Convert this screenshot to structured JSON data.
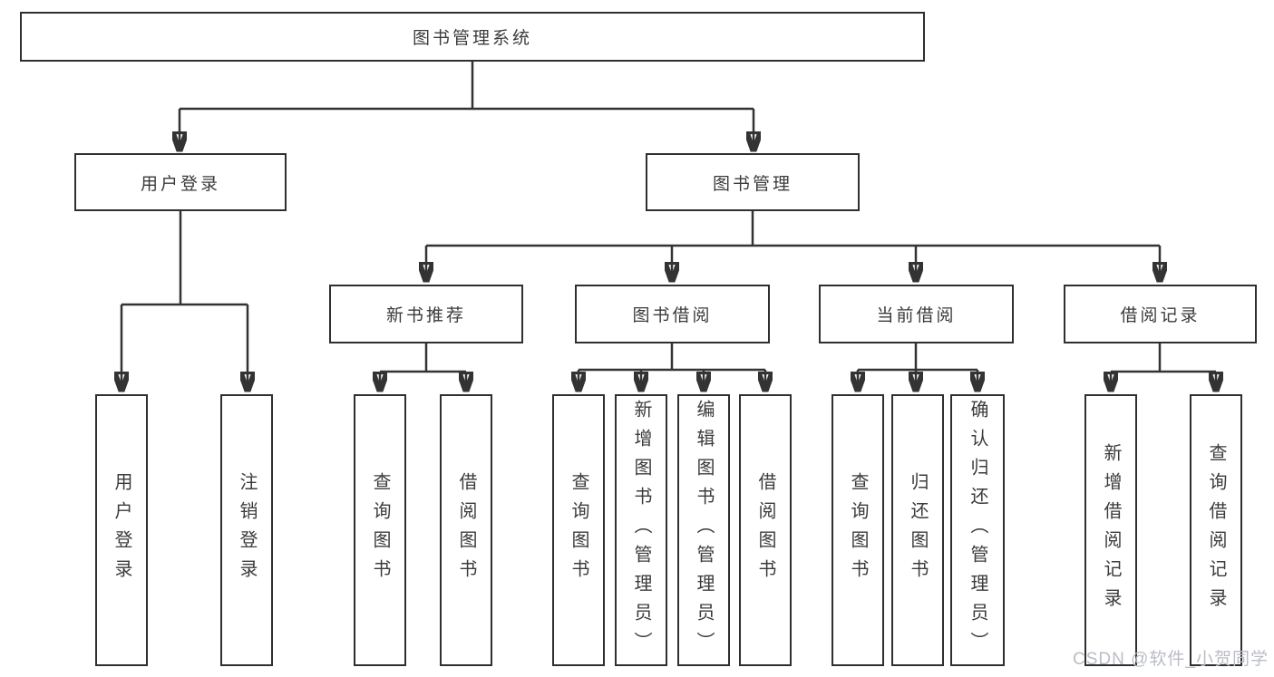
{
  "tree": {
    "root": "图书管理系统",
    "user": {
      "label": "用户登录",
      "leaves": [
        "用户登录",
        "注销登录"
      ]
    },
    "mgmt": {
      "label": "图书管理",
      "groups": [
        {
          "label": "新书推荐",
          "leaves": [
            "查询图书",
            "借阅图书"
          ]
        },
        {
          "label": "图书借阅",
          "leaves": [
            "查询图书",
            "新增图书（管理员）",
            "编辑图书（管理员）",
            "借阅图书"
          ]
        },
        {
          "label": "当前借阅",
          "leaves": [
            "查询图书",
            "归还图书",
            "确认归还（管理员）"
          ]
        },
        {
          "label": "借阅记录",
          "leaves": [
            "新增借阅记录",
            "查询借阅记录"
          ]
        }
      ]
    }
  },
  "watermark": "CSDN @软件_小贺同学",
  "colors": {
    "border": "#2f2f2f",
    "connector": "#333333",
    "text": "#3b3b3b",
    "background": "#ffffff",
    "watermark": "#b9bdc4"
  }
}
